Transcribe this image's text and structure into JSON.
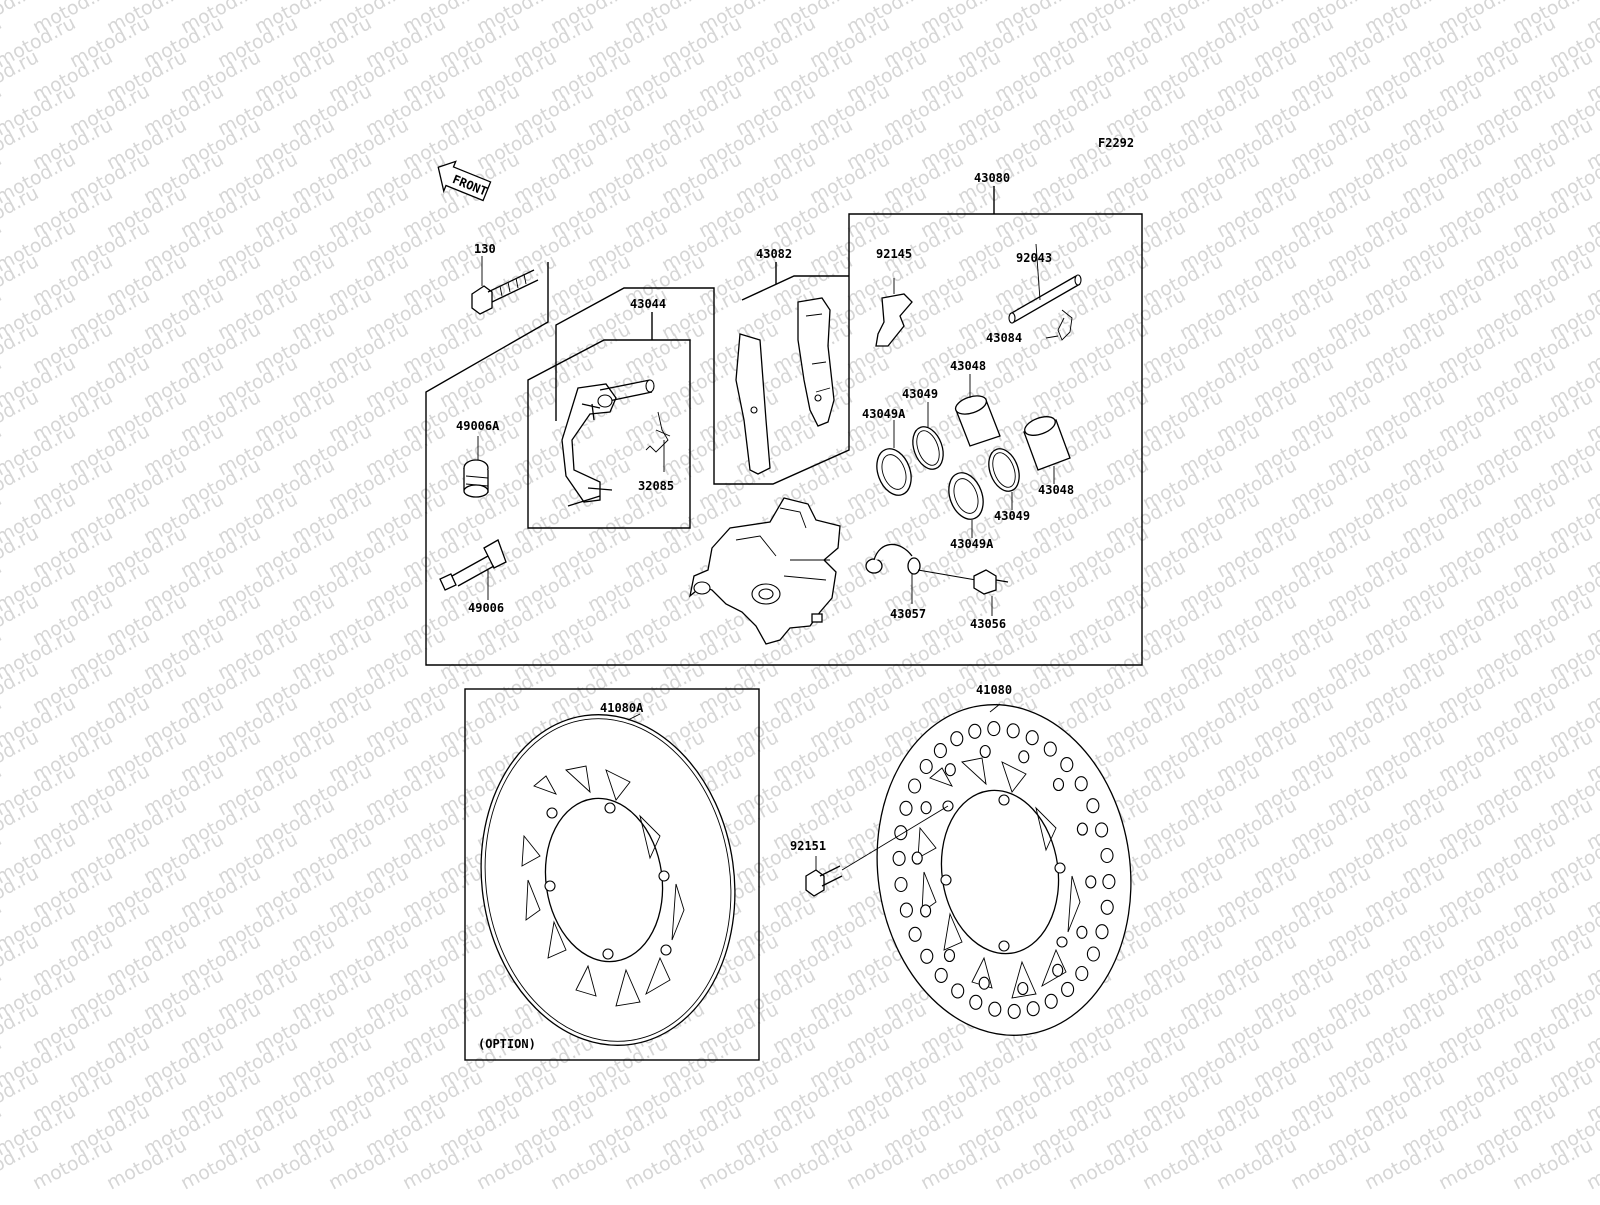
{
  "watermark_text": "motod.ru",
  "diagram_code": "F2292",
  "front_arrow_label": "FRONT",
  "option_note": "(OPTION)",
  "labels": {
    "p130": "130",
    "p43044": "43044",
    "p43082": "43082",
    "p43080": "43080",
    "p92145": "92145",
    "p92043": "92043",
    "p43084": "43084",
    "p43048_top": "43048",
    "p43049_top": "43049",
    "p43049A_top": "43049A",
    "p49006A": "49006A",
    "p32085": "32085",
    "p43048_bottom": "43048",
    "p43049_bottom": "43049",
    "p43049A_bottom": "43049A",
    "p49006": "49006",
    "p43057": "43057",
    "p43056": "43056",
    "p41080A": "41080A",
    "p41080": "41080",
    "p92151": "92151"
  }
}
